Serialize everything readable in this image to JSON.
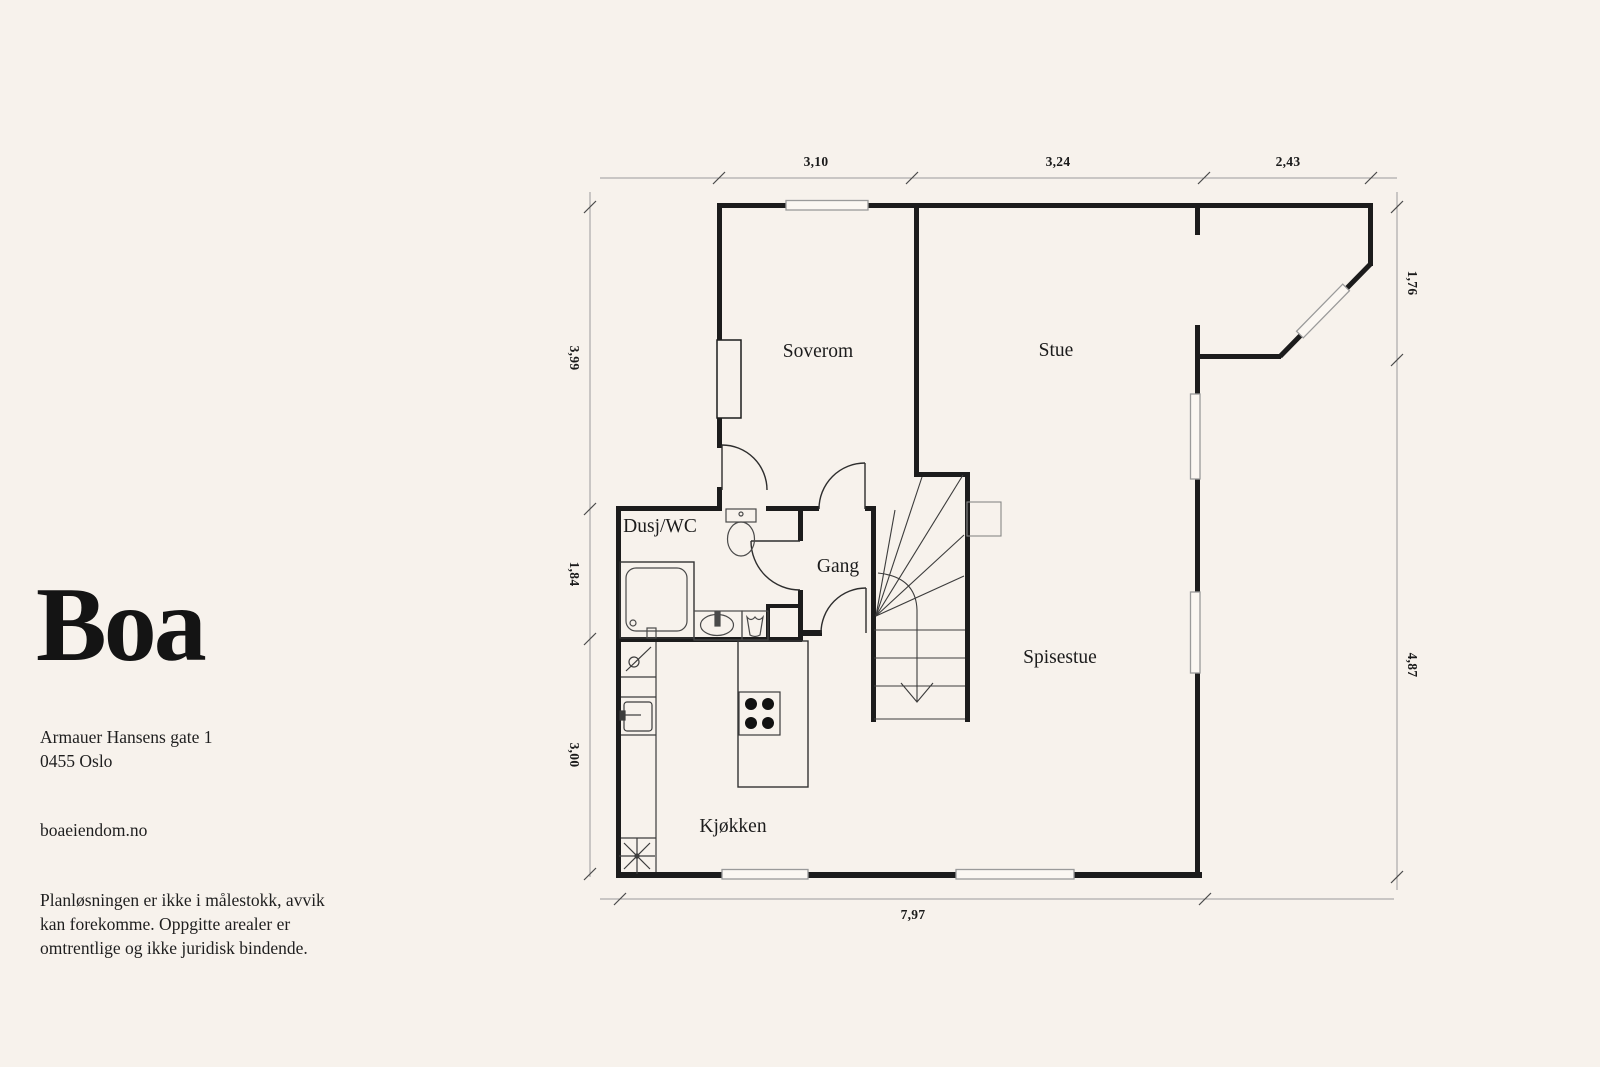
{
  "brand": {
    "logo": "Boa",
    "address_line1": "Armauer Hansens gate 1",
    "address_line2": "0455 Oslo",
    "website": "boaeiendom.no",
    "disclaimer": "Planløsningen er ikke i målestokk, avvik kan forekomme. Oppgitte arealer er omtrentlige og ikke juridisk bindende."
  },
  "rooms": {
    "soverom": "Soverom",
    "stue": "Stue",
    "dusj_wc": "Dusj/WC",
    "gang": "Gang",
    "spisestue": "Spisestue",
    "kjokken": "Kjøkken"
  },
  "dimensions": {
    "top": [
      "3,10",
      "3,24",
      "2,43"
    ],
    "left": [
      "3,99",
      "1,84",
      "3,00"
    ],
    "right": [
      "1,76",
      "4,87"
    ],
    "bottom": [
      "7,97"
    ]
  },
  "colors": {
    "background": "#f7f2ec",
    "wall": "#1c1c1c",
    "dimension_line": "#9b9b9b",
    "text": "#1f1f1f"
  }
}
